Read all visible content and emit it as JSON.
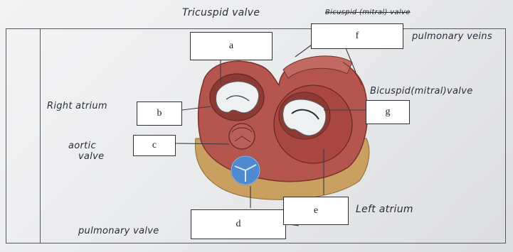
{
  "boxes": {
    "a": "a",
    "b": "b",
    "c": "c",
    "d": "d",
    "e": "e",
    "f": "f",
    "g": "g"
  },
  "handwritten": {
    "tricuspid": "Tricuspid valve",
    "bicuspid_struck": "Bicuspid (mitral) valve",
    "pulmonary_veins": "pulmonary veins",
    "right_atrium": "Right atrium",
    "bicuspid": "Bicuspid(mitral)valve",
    "aortic_line1": "aortic",
    "aortic_line2": "valve",
    "left_atrium": "Left atrium",
    "pulmonary_valve": "pulmonary valve"
  },
  "colors": {
    "muscle": "#b4564e",
    "muscle_dark": "#7c302c",
    "fat": "#c9a060",
    "valve_blue": "#4f8ad0",
    "leaflet": "#eef0f2"
  }
}
